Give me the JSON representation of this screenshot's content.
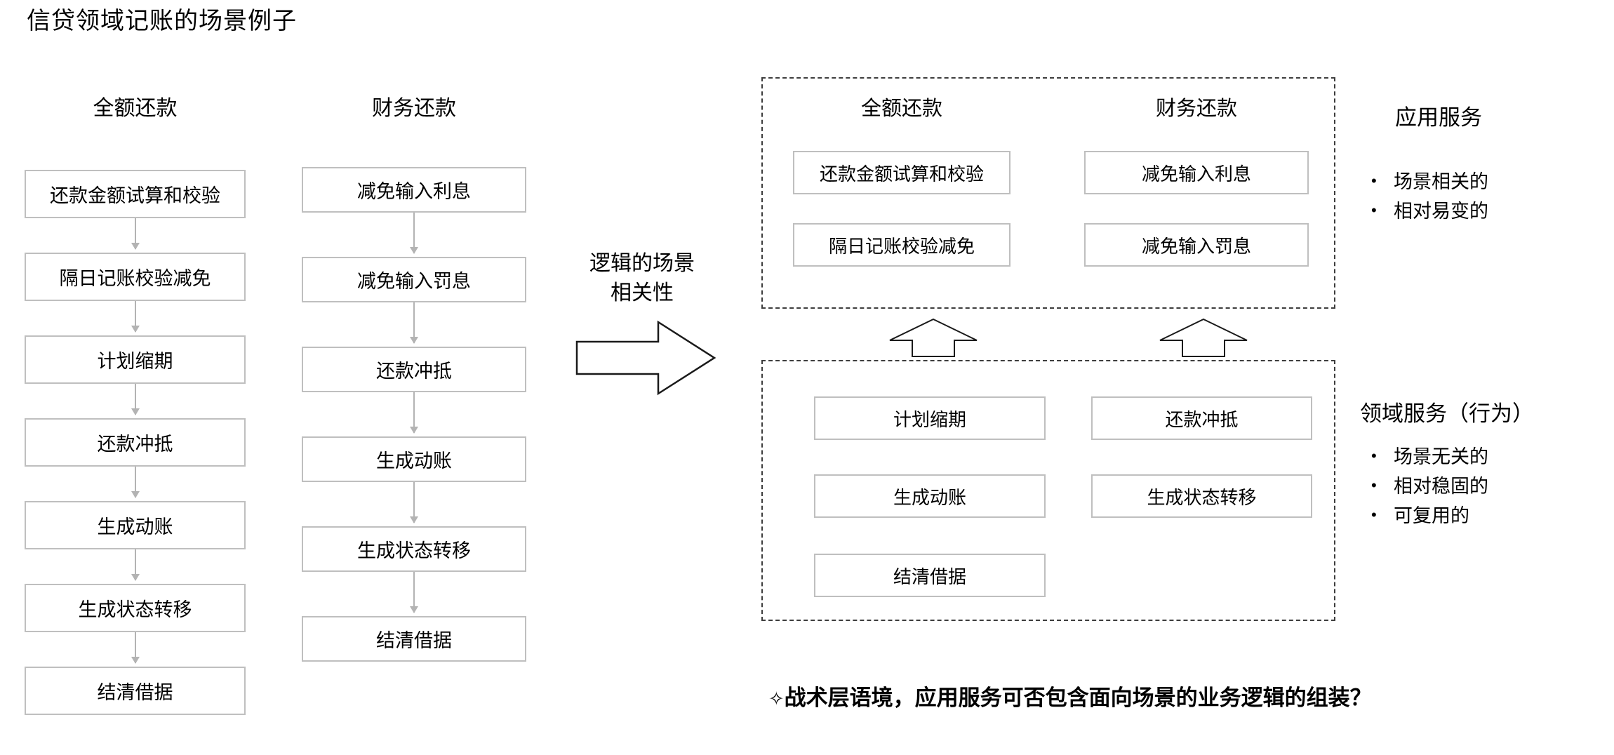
{
  "title": "信贷领域记账的场景例子",
  "flow_columns": [
    {
      "heading": "全额还款",
      "steps": [
        "还款金额试算和校验",
        "隔日记账校验减免",
        "计划缩期",
        "还款冲抵",
        "生成动账",
        "生成状态转移",
        "结清借据"
      ]
    },
    {
      "heading": "财务还款",
      "steps": [
        "减免输入利息",
        "减免输入罚息",
        "还款冲抵",
        "生成动账",
        "生成状态转移",
        "结清借据"
      ]
    }
  ],
  "transition": {
    "label_line1": "逻辑的场景",
    "label_line2": "相关性",
    "arrow_icon": "right-block-arrow"
  },
  "app_service_panel": {
    "left_heading": "全额还款",
    "right_heading": "财务还款",
    "left_items": [
      "还款金额试算和校验",
      "隔日记账校验减免"
    ],
    "right_items": [
      "减免输入利息",
      "减免输入罚息"
    ]
  },
  "domain_service_panel": {
    "left_items": [
      "计划缩期",
      "生成动账",
      "结清借据"
    ],
    "right_items": [
      "还款冲抵",
      "生成状态转移"
    ]
  },
  "up_arrows": {
    "left_icon": "up-block-arrow",
    "right_icon": "up-block-arrow"
  },
  "legends": {
    "app_service": {
      "title": "应用服务",
      "bullets": [
        "场景相关的",
        "相对易变的"
      ]
    },
    "domain_service": {
      "title": "领域服务（行为）",
      "bullets": [
        "场景无关的",
        "相对稳固的",
        "可复用的"
      ]
    }
  },
  "bottom_caption": {
    "marker": "✧",
    "text": "战术层语境，应用服务可否包含面向场景的业务逻辑的组装？"
  },
  "colors": {
    "box_border": "#bfbfbf",
    "dashed_border": "#3d3d3d",
    "connector": "#b3b3b3",
    "text": "#000000",
    "background": "#ffffff"
  }
}
